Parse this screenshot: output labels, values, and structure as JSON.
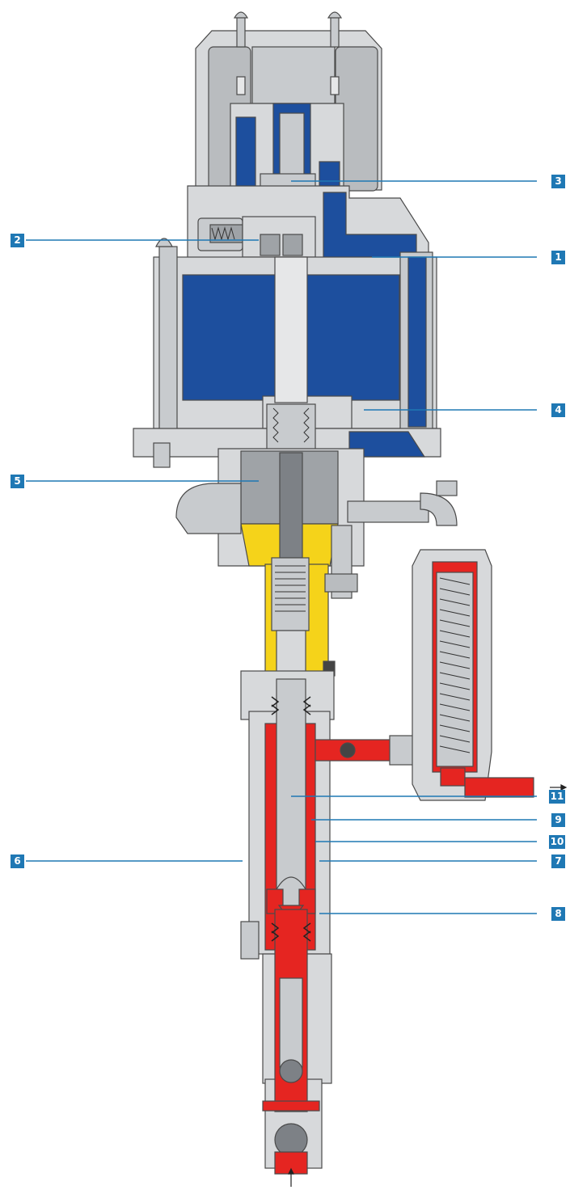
{
  "colors": {
    "steel_light": "#d7d9db",
    "steel_mid": "#b9bcbf",
    "steel_dark": "#7d8186",
    "air_blue": "#1d4f9e",
    "lubricant_yellow": "#f5d31a",
    "fluid_red": "#e52521",
    "leader_line": "#1f78b4",
    "callout_bg": "#1f78b4",
    "callout_text": "#ffffff",
    "outline": "#4a4a4a"
  },
  "callouts": {
    "c1": "1",
    "c2": "2",
    "c3": "3",
    "c4": "4",
    "c5": "5",
    "c6": "6",
    "c7": "7",
    "c8": "8",
    "c9": "9",
    "c10": "10",
    "c11": "11"
  },
  "flow_indicators": {
    "outlet": "outlet-arrow-icon",
    "inlet": "inlet-arrow-icon"
  }
}
